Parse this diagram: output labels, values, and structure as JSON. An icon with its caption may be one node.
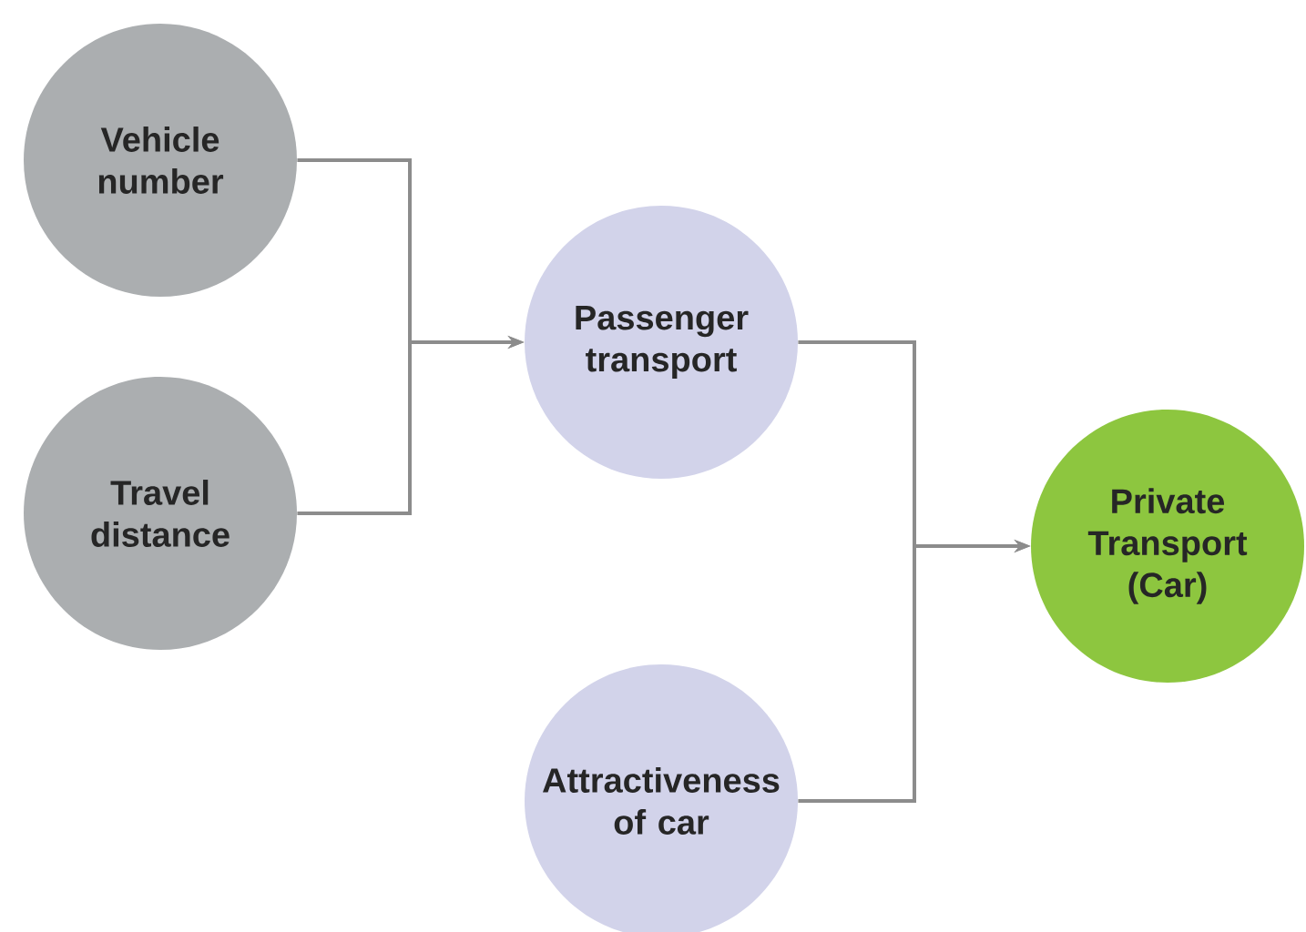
{
  "diagram": {
    "nodes": [
      {
        "text": [
          "Vehicle number"
        ]
      },
      {
        "text": [
          "Passenger transport"
        ]
      },
      {
        "text": [
          "Travel distance"
        ]
      },
      {
        "text": [
          "Private Transport (Car)"
        ]
      },
      {
        "text": [
          "Attractiveness of car"
        ]
      }
    ],
    "edges": [
      {
        "from": 0,
        "to": 1,
        "arrow": "to"
      },
      {
        "from": 2,
        "to": 1,
        "arrow": "to"
      },
      {
        "from": 1,
        "to": 3,
        "arrow": "to"
      },
      {
        "from": 4,
        "to": 3,
        "arrow": "to"
      }
    ]
  }
}
